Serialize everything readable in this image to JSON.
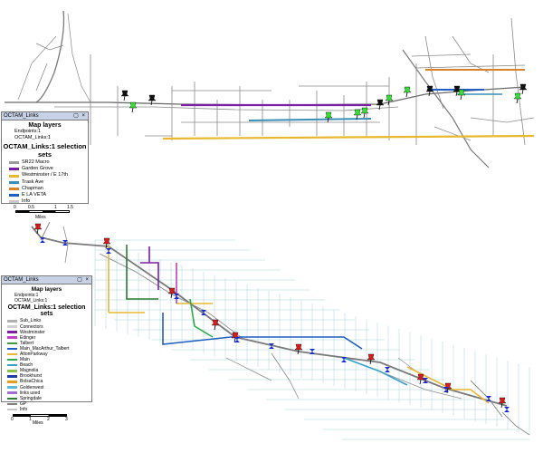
{
  "legend_top": {
    "window_title": "OCTAM_Links",
    "window_buttons": "▢ ×",
    "map_layers_title": "Map layers",
    "endpoints": "Endpoints:1",
    "links_layer": "OCTAM_Links:1",
    "selection_title": "OCTAM_Links:1 selection sets",
    "items": [
      {
        "label": "SR22 Macro",
        "color": "#9a9a9a"
      },
      {
        "label": "Garden Grove",
        "color": "#7a1fa2"
      },
      {
        "label": "Westminster / E 17th",
        "color": "#e8b830"
      },
      {
        "label": "Trask Ave",
        "color": "#3a8fb8"
      },
      {
        "label": "Chapman",
        "color": "#d9822b"
      },
      {
        "label": "E LA VETA",
        "color": "#1f5fc4"
      },
      {
        "label": "Info",
        "color": "#c8c8c8"
      }
    ],
    "scale_ticks": [
      "0",
      "0.5",
      "1",
      "1.5"
    ],
    "scale_units": "Miles"
  },
  "legend_bottom": {
    "window_title": "OCTAM_Links",
    "window_buttons": "▢ ×",
    "map_layers_title": "Map layers",
    "endpoints": "Endpoints:1",
    "links_layer": "OCTAM_Links:1",
    "selection_title": "OCTAM_Links:1 selection sets",
    "items": [
      {
        "label": "Sub_Links",
        "color": "#b0b0b0"
      },
      {
        "label": "Connectors",
        "color": "#d0d0d0"
      },
      {
        "label": "Westminster",
        "color": "#7a1fa2"
      },
      {
        "label": "Edinger",
        "color": "#c040c0"
      },
      {
        "label": "Talbert",
        "color": "#3f9a3f"
      },
      {
        "label": "Main_MacArthur_Talbert",
        "color": "#1f5fc4"
      },
      {
        "label": "AltonParkway",
        "color": "#e8b830"
      },
      {
        "label": "Main",
        "color": "#2fa84f"
      },
      {
        "label": "Beach",
        "color": "#3aa0c8"
      },
      {
        "label": "Magnolia",
        "color": "#8bc34a"
      },
      {
        "label": "Brookhurst",
        "color": "#1f3fa8"
      },
      {
        "label": "BolsaChica",
        "color": "#e0a020"
      },
      {
        "label": "Goldenwest",
        "color": "#5fb8d8"
      },
      {
        "label": "links used",
        "color": "#a070d0"
      },
      {
        "label": "Springdale",
        "color": "#2e7d32"
      },
      {
        "label": "GP",
        "color": "#808080"
      },
      {
        "label": "Info",
        "color": "#c8c8c8"
      }
    ],
    "scale_ticks": [
      "0",
      "1",
      "2",
      "3"
    ],
    "scale_units": "Miles"
  },
  "colors": {
    "pin_black": "#111111",
    "pin_green": "#2ee62e",
    "pin_red": "#e01818",
    "marker_blue": "#1a2ad8",
    "network_grey": "#8a8a8a",
    "light_grid": "#a8d2d6"
  }
}
